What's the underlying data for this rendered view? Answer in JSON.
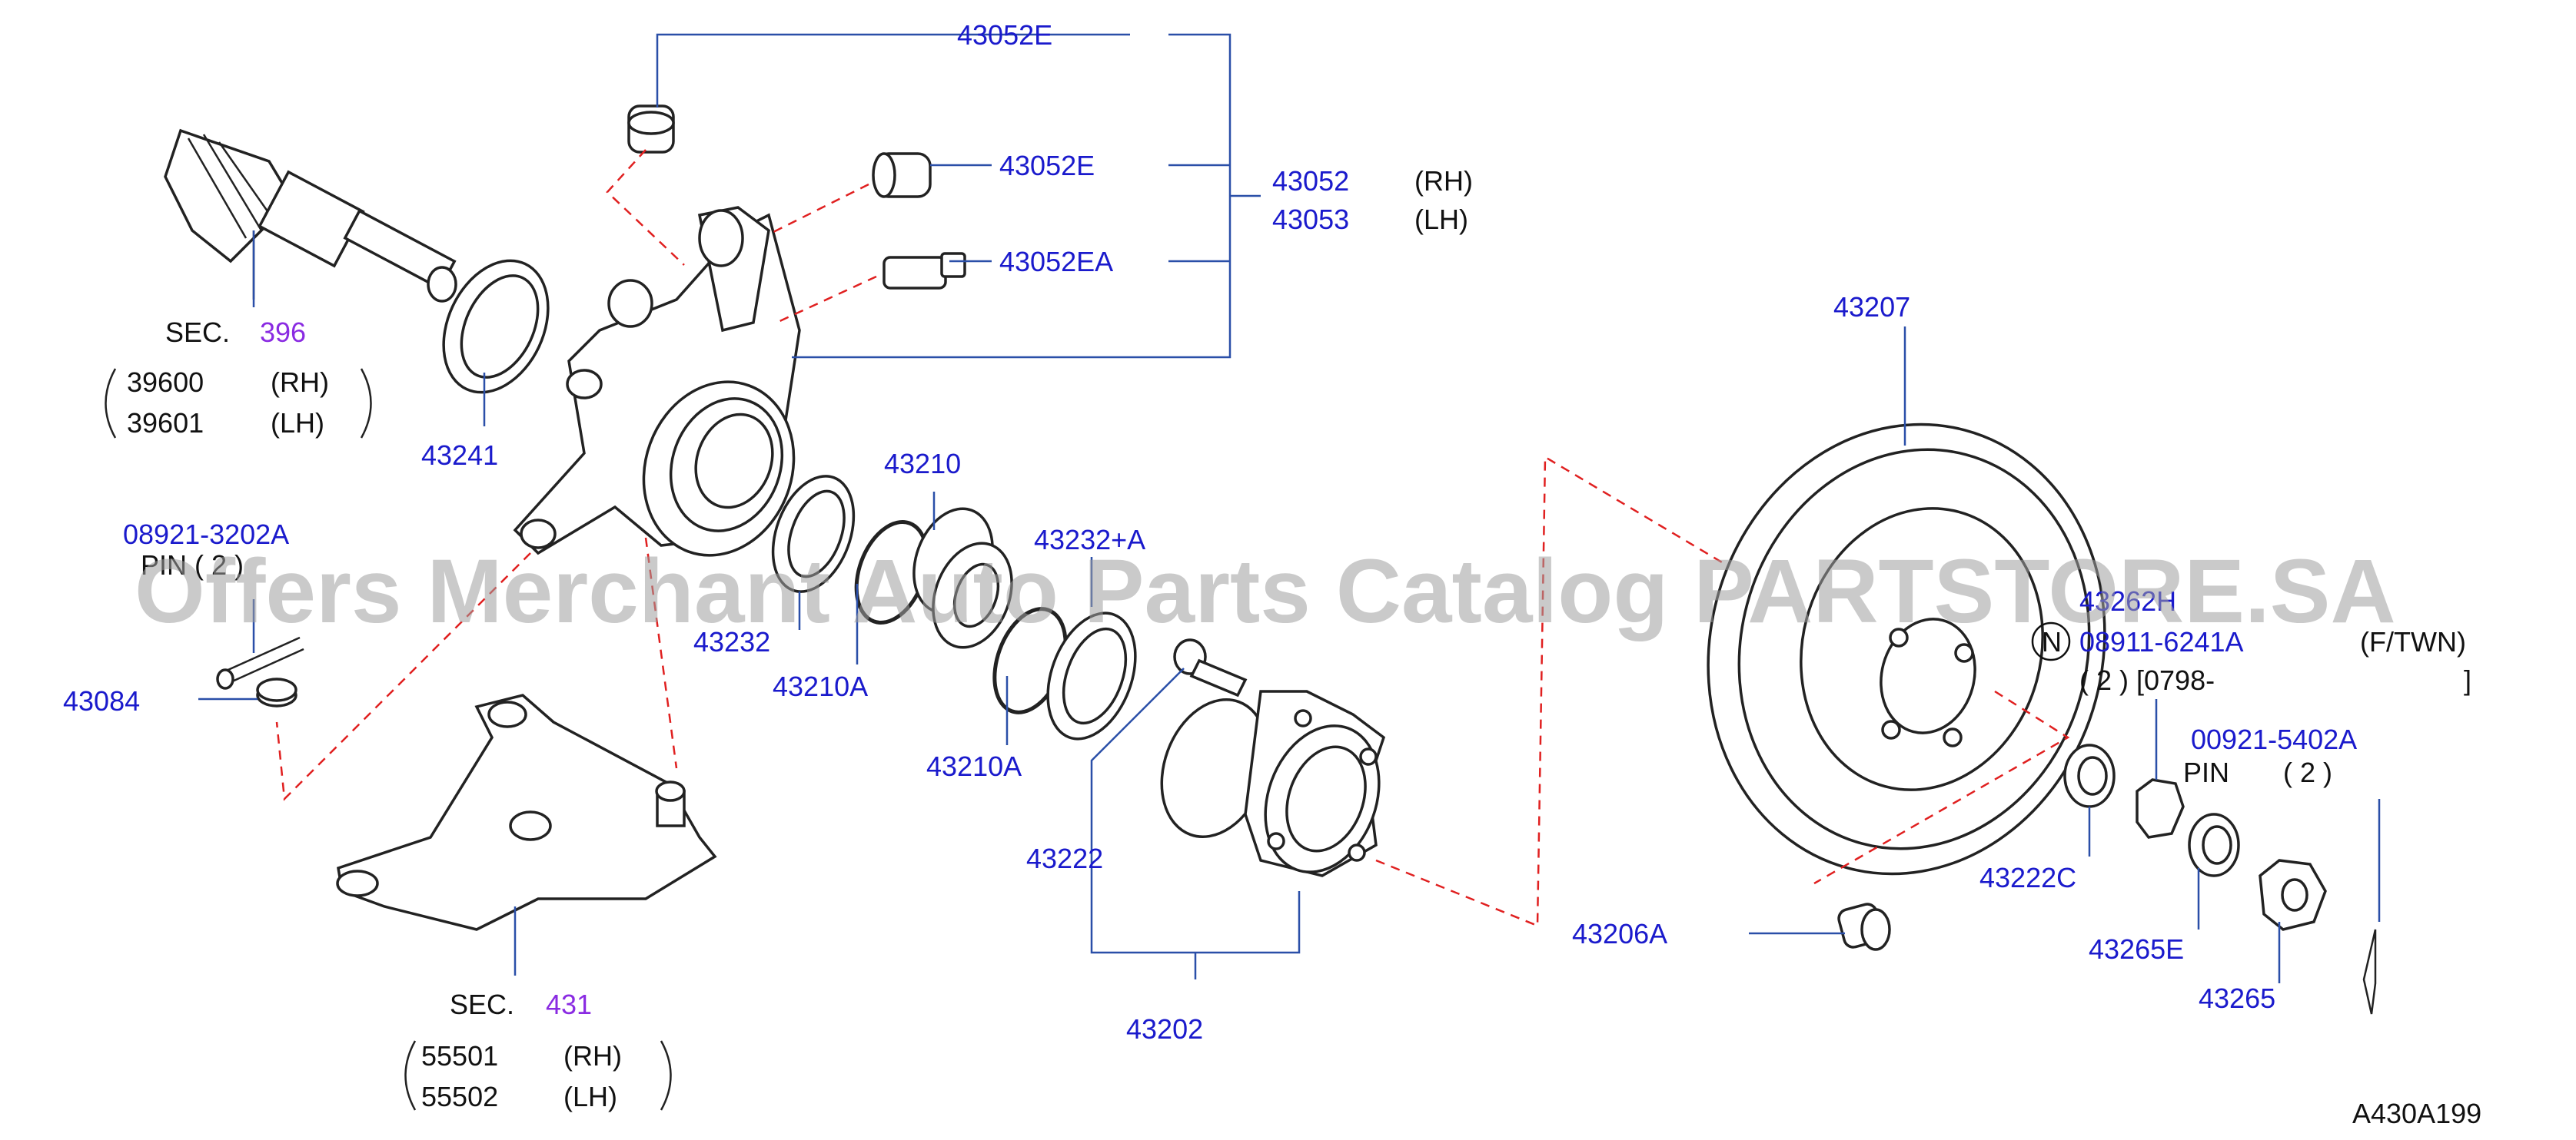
{
  "labels": {
    "bushing_top": "43052E",
    "bushing_mid": "43052E",
    "bushing_lower": "43052EA",
    "knuckle_rh": "43052",
    "knuckle_lh": "43053",
    "rh": "(RH)",
    "lh": "(LH)",
    "sec_prefix": "SEC.",
    "sec_396": "396",
    "shaft_rh_no": "39600",
    "shaft_lh_no": "39601",
    "seal_43241": "43241",
    "pin_part": "08921-3202A",
    "pin_text": "PIN ( 2 )",
    "nut_43084": "43084",
    "sec_431": "431",
    "arm_rh_no": "55501",
    "arm_lh_no": "55502",
    "seal_43232": "43232",
    "bearing_43210": "43210",
    "snap_43210a_1": "43210A",
    "snap_43210a_2": "43210A",
    "spacer_43232a": "43232+A",
    "bolt_43222": "43222",
    "hub_43202": "43202",
    "rotor_43207": "43207",
    "plug_43206a": "43206A",
    "partial_432": "43262H",
    "n_mark": "N",
    "nut_08911": "08911-6241A",
    "ftwn": "(F/TWN)",
    "qty_date": "( 2 ) [0798-",
    "bracket_close": "]",
    "washer_43222c": "43222C",
    "pin_00921": "00921-5402A",
    "pin_word": "PIN",
    "pin_qty": "( 2 )",
    "washer_43265e": "43265E",
    "nut_43265": "43265",
    "diagram_id": "A430A199"
  },
  "watermark": "Offers Merchant Auto Parts Catalog PARTSTORE.SA",
  "colors": {
    "part_number": "#1a1acc",
    "section_ref": "#8a2be2",
    "leader": "#2a4fa8",
    "dashed_link": "#e02020",
    "watermark": "#9e9e9e"
  }
}
